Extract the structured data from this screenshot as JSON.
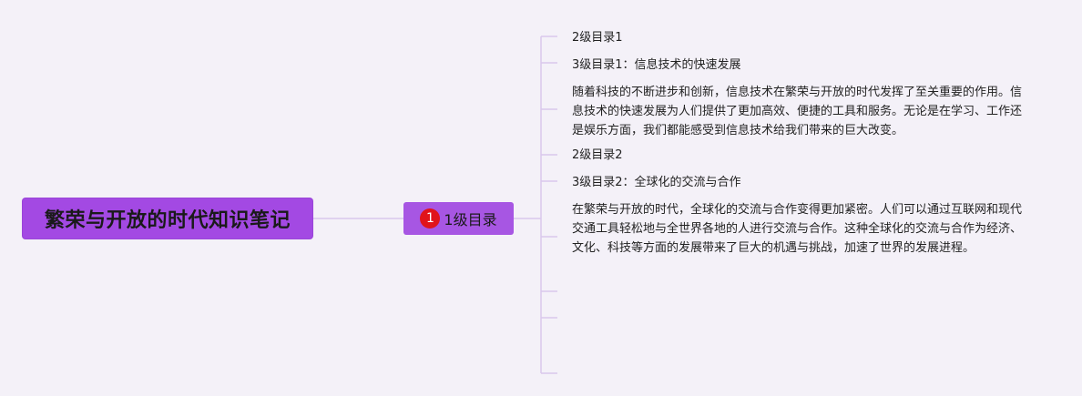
{
  "root": {
    "title": "繁荣与开放的时代知识笔记"
  },
  "level1": {
    "badge": "1",
    "label": "1级目录"
  },
  "branches": [
    {
      "text": "2级目录1"
    },
    {
      "text": "3级目录1：信息技术的快速发展"
    },
    {
      "text": "随着科技的不断进步和创新，信息技术在繁荣与开放的时代发挥了至关重要的作用。信息技术的快速发展为人们提供了更加高效、便捷的工具和服务。无论是在学习、工作还是娱乐方面，我们都能感受到信息技术给我们带来的巨大改变。"
    },
    {
      "text": "2级目录2"
    },
    {
      "text": "3级目录2：全球化的交流与合作"
    },
    {
      "text": "在繁荣与开放的时代，全球化的交流与合作变得更加紧密。人们可以通过互联网和现代交通工具轻松地与全世界各地的人进行交流与合作。这种全球化的交流与合作为经济、文化、科技等方面的发展带来了巨大的机遇与挑战，加速了世界的发展进程。"
    }
  ],
  "colors": {
    "root_bg": "#a349e3",
    "node_bg": "#a756e3",
    "line": "#d9c8ec",
    "badge": "#e0141b"
  }
}
